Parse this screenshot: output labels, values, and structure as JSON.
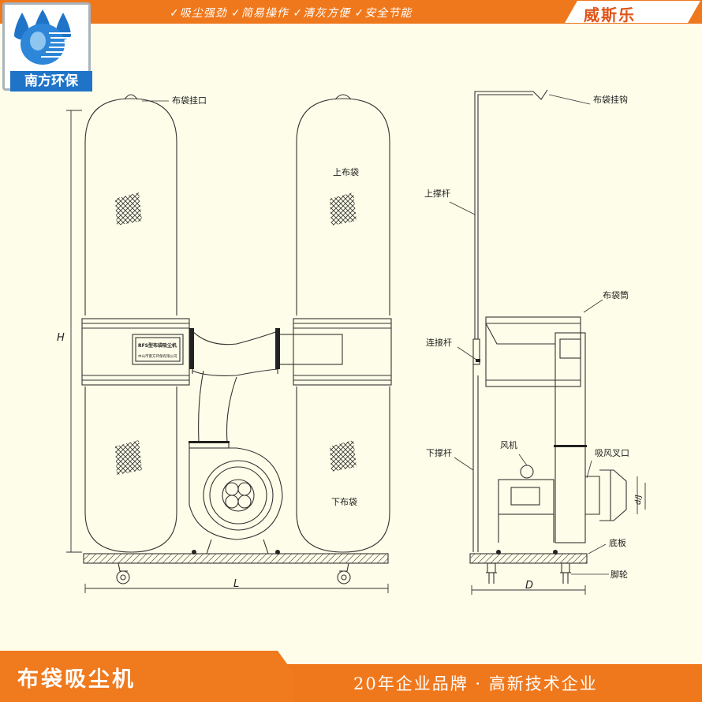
{
  "header": {
    "slogans": "✓吸尘强劲 ✓简易操作 ✓清灰方便 ✓安全节能",
    "brand": "威斯乐"
  },
  "logo": {
    "text": "南方环保",
    "colors": {
      "blue": "#1f74c8",
      "frame": "#aab3bd"
    }
  },
  "diagram": {
    "front_view": {
      "label_bag_hanger": "布袋挂口",
      "label_upper_bag": "上布袋",
      "label_lower_bag": "下布袋",
      "dim_height": "H",
      "dim_length": "L",
      "nameplate_title": "RFS型布袋吸尘机",
      "nameplate_maker": "中山市南方环保有限公司"
    },
    "side_view": {
      "label_hook": "布袋挂钩",
      "label_upper_rod": "上撑杆",
      "label_bag_tube": "布袋筒",
      "label_connect_rod": "连接杆",
      "label_lower_rod": "下撑杆",
      "label_fan": "风机",
      "label_inlet": "吸风叉口",
      "label_base": "底板",
      "label_caster": "脚轮",
      "dim_depth": "D",
      "dim_inlet": "d/J"
    }
  },
  "footer": {
    "title": "布袋吸尘机",
    "tagline": "20年企业品牌 · 高新技术企业"
  },
  "colors": {
    "accent": "#f0781c",
    "background": "#fdfde9",
    "line": "#333333"
  }
}
